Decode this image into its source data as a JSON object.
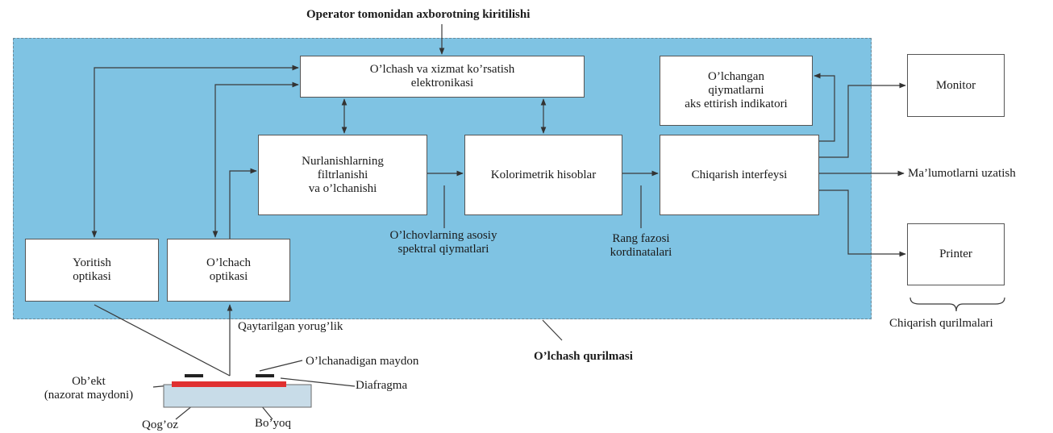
{
  "title": "Operator tomonidan axborotning kiritilishi",
  "device_label": "O’lchash qurilmasi",
  "boxes": {
    "electronics": "O’lchash va xizmat ko’rsatish\nelektronikasi",
    "indicator": "O’lchangan\nqiymatlarni\naks ettirish indikatori",
    "filter": "Nurlanishlarning\nfiltrlanishi\nva o’lchanishi",
    "colorimetric": "Kolorimetrik hisoblar",
    "interface": "Chiqarish interfeysi",
    "illumination": "Yoritish\noptikasi",
    "measure_optics": "O’lchach\noptikasi",
    "monitor": "Monitor",
    "printer": "Printer"
  },
  "labels": {
    "spectral": "O’lchovlarning asosiy\nspektral qiymatlari",
    "color_space": "Rang fazosi\nkordinatalari",
    "transfer": "Ma’lumotlarni uzatish",
    "output_devices": "Chiqarish qurilmalari",
    "reflected": "Qaytarilgan yorug’lik",
    "measured_area": "O’lchanadigan maydon",
    "diaphragm": "Diafragma",
    "object": "Ob’ekt\n(nazorat maydoni)",
    "paper": "Qog’oz",
    "paint": "Bo’yoq"
  },
  "colors": {
    "device_fill": "#7fc3e3",
    "paint": "#e03030",
    "paper": "#c8dce8",
    "line": "#555555"
  }
}
